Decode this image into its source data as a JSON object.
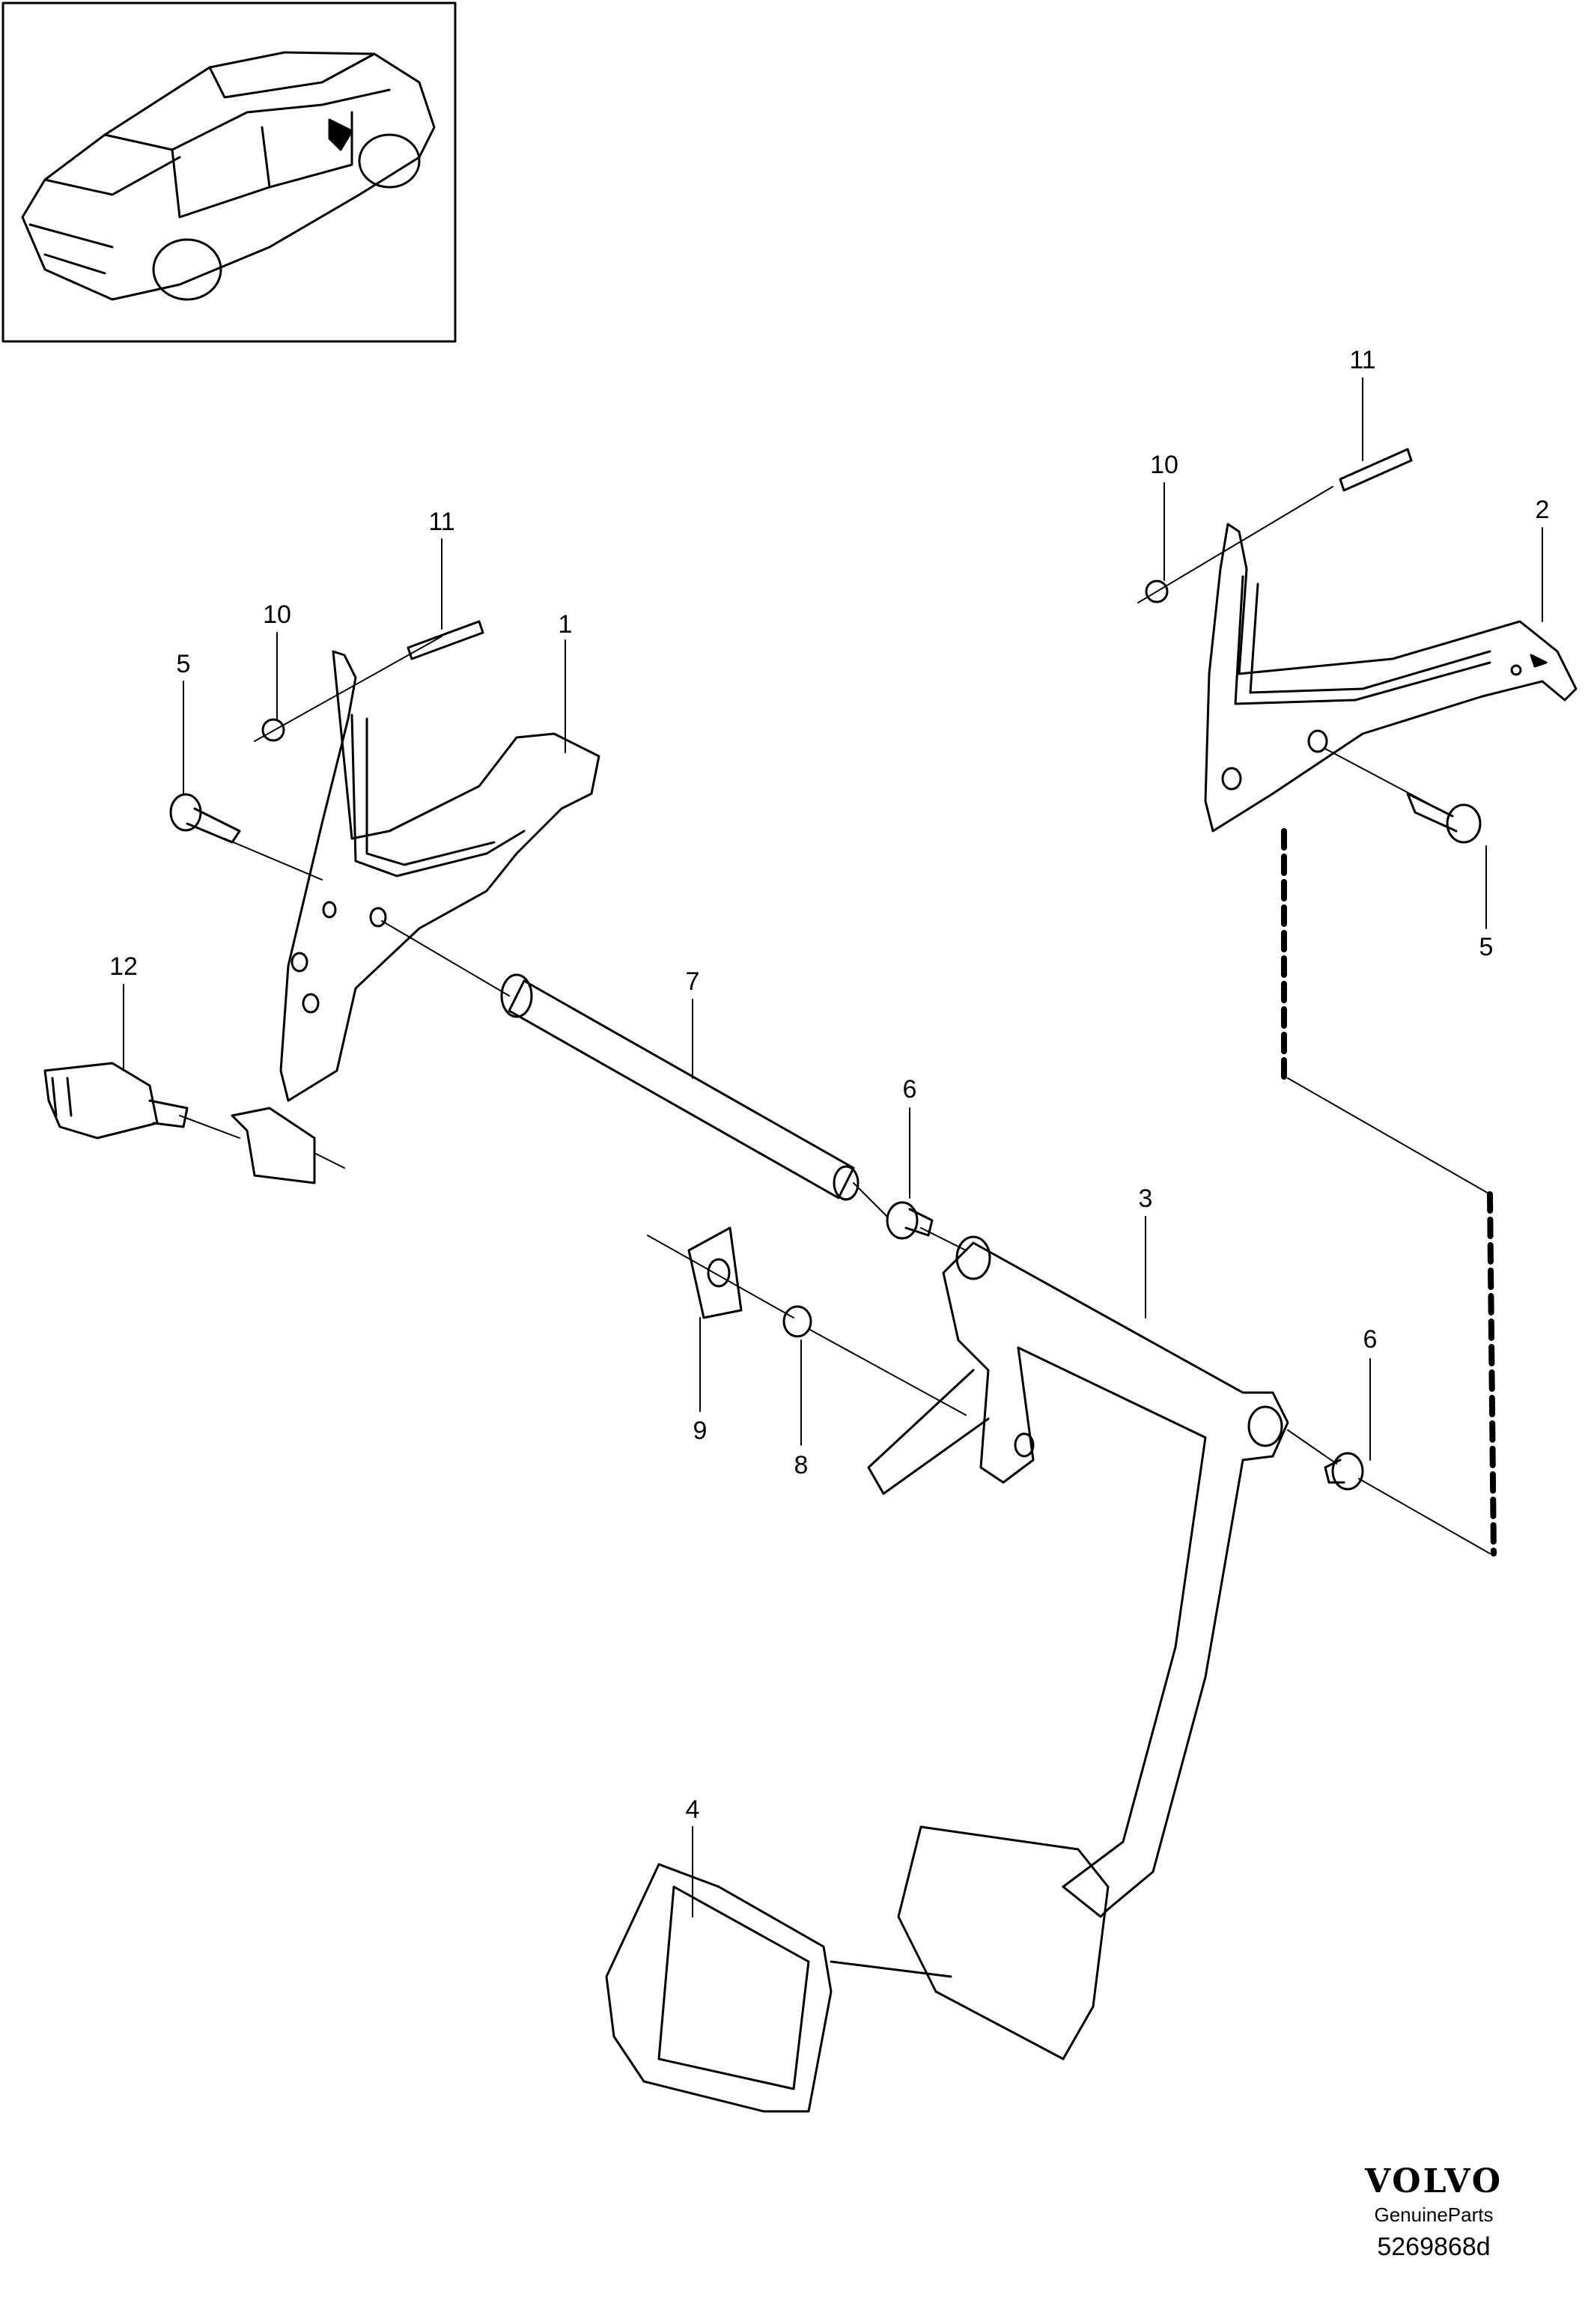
{
  "callouts": {
    "c1": "1",
    "c2": "2",
    "c3": "3",
    "c4": "4",
    "c5a": "5",
    "c5b": "5",
    "c6a": "6",
    "c6b": "6",
    "c7": "7",
    "c8": "8",
    "c9": "9",
    "c10a": "10",
    "c10b": "10",
    "c11a": "11",
    "c11b": "11",
    "c12": "12"
  },
  "branding": {
    "logo": "VOLVO",
    "tagline": "GenuineParts",
    "diagram_code": "5269868d"
  }
}
